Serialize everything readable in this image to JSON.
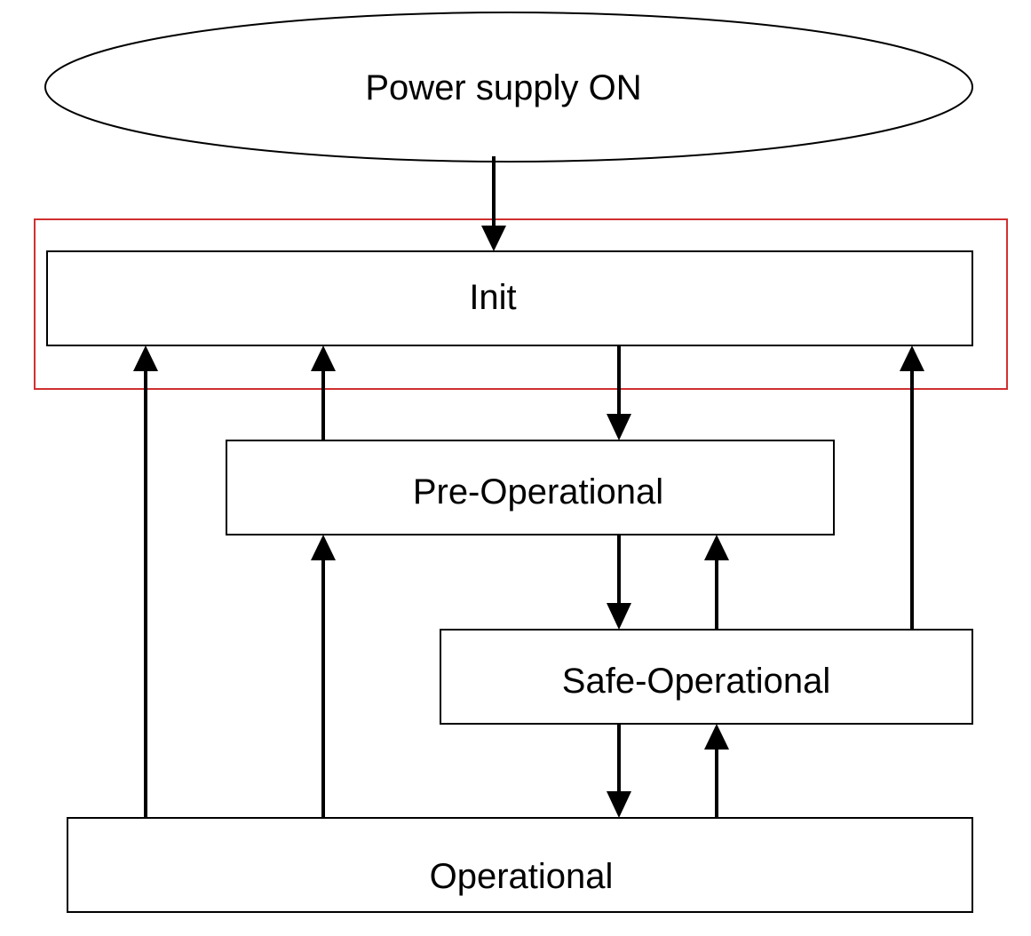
{
  "diagram": {
    "type": "state-machine",
    "colors": {
      "line": "#000000",
      "node_fill": "#ffffff",
      "highlight": "#d03030"
    },
    "nodes": {
      "power_on": {
        "label": "Power supply ON",
        "shape": "ellipse"
      },
      "init": {
        "label": "Init",
        "shape": "rectangle",
        "highlighted": true
      },
      "pre_op": {
        "label": "Pre-Operational",
        "shape": "rectangle"
      },
      "safe_op": {
        "label": "Safe-Operational",
        "shape": "rectangle"
      },
      "op": {
        "label": "Operational",
        "shape": "rectangle"
      }
    },
    "edges": [
      {
        "from": "power_on",
        "to": "init"
      },
      {
        "from": "init",
        "to": "pre_op"
      },
      {
        "from": "pre_op",
        "to": "init"
      },
      {
        "from": "pre_op",
        "to": "safe_op"
      },
      {
        "from": "safe_op",
        "to": "pre_op"
      },
      {
        "from": "safe_op",
        "to": "init"
      },
      {
        "from": "safe_op",
        "to": "op"
      },
      {
        "from": "op",
        "to": "safe_op"
      },
      {
        "from": "op",
        "to": "pre_op"
      },
      {
        "from": "op",
        "to": "init"
      }
    ]
  }
}
